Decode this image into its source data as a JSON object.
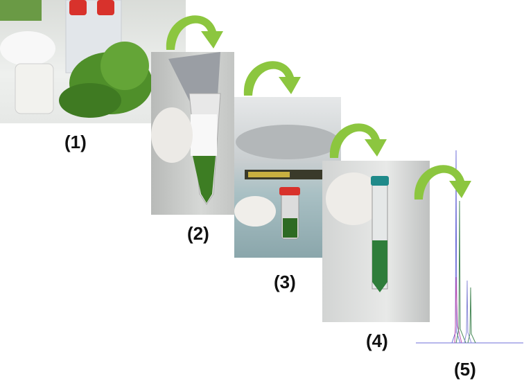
{
  "steps": [
    {
      "label": "(1)",
      "photo": "spinach-leaves-and-containers"
    },
    {
      "label": "(2)",
      "photo": "leaves-in-bag-with-ice"
    },
    {
      "label": "(3)",
      "photo": "centrifuge-tube"
    },
    {
      "label": "(4)",
      "photo": "green-extract-tube"
    },
    {
      "label": "(5)",
      "photo": "chromatogram"
    }
  ],
  "colors": {
    "arrow": "#8cc63f",
    "leaf": "#4f8f2a",
    "extract": "#2e7d3a",
    "peak_blue": "#6f6fd8",
    "peak_green": "#4a8a5a",
    "peak_pink": "#c050b0"
  }
}
